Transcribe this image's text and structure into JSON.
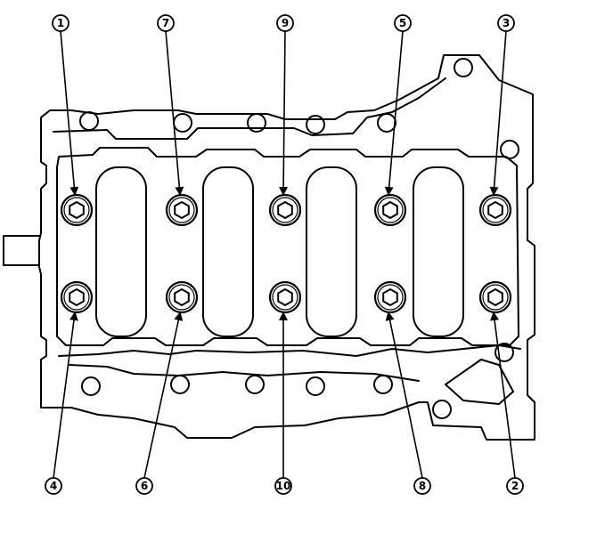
{
  "diagram": {
    "subject": "cylinder-head-bolt-tightening-sequence",
    "line_color": "#000000",
    "background": "#ffffff",
    "callouts_top": [
      "1",
      "7",
      "9",
      "5",
      "3"
    ],
    "callouts_bottom": [
      "4",
      "6",
      "10",
      "8",
      "2"
    ],
    "bolt_count": 10,
    "bolt_icon": "hex-socket-bolt-icon"
  }
}
